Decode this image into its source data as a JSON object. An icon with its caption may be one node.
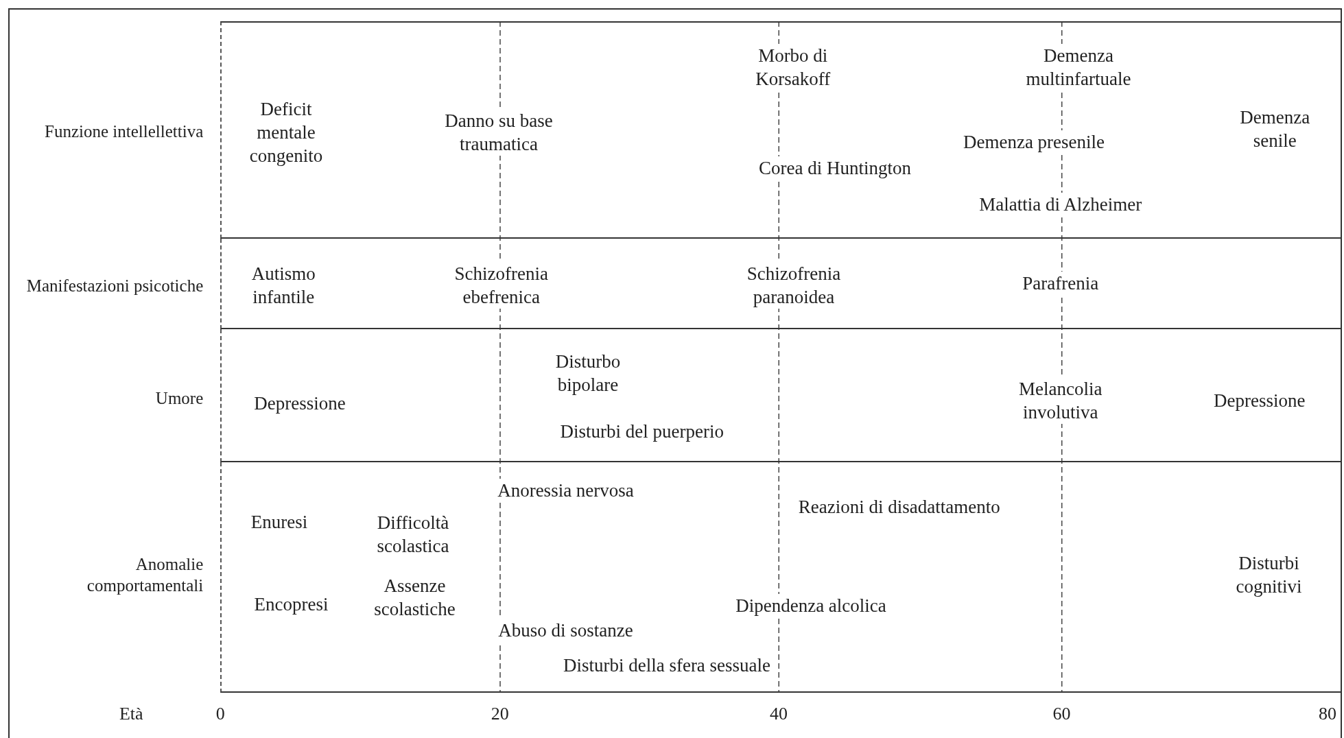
{
  "diagram": {
    "nodes": [
      {
        "text": [
          "Deficit mentale congenito",
          "Danno su base traumatica",
          "Morbo di Korsakoff",
          "Demenza multinfartuale",
          "Corea di Huntington",
          "Demenza presenile",
          "Malattia di Alzheimer",
          "Demenza senile"
        ],
        "beside": [
          "Funzione intellellettiva"
        ]
      },
      {
        "text": [
          "Autismo infantile",
          "Schizofrenia ebefrenica",
          "Schizofrenia paranoidea",
          "Parafrenia"
        ],
        "beside": [
          "Manifestazioni psicotiche"
        ]
      },
      {
        "text": [
          "Disturbo bipolare",
          "Depressione",
          "Disturbi del puerperio",
          "Melancolia involutiva",
          "Depressione"
        ],
        "beside": [
          "Umore"
        ]
      },
      {
        "text": [
          "Anoressia nervosa",
          "Reazioni di disadattamento",
          "Enuresi",
          "Difficoltà scolastica",
          "Disturbi cognitivi",
          "Encopresi",
          "Assenze scolastiche",
          "Dipendenza alcolica",
          "Abuso di sostanze",
          "Disturbi della sfera sessuale"
        ],
        "beside": [
          "Anomalie comportamentali"
        ]
      }
    ],
    "labels": [
      "Età",
      "0",
      "20",
      "40",
      "60",
      "80"
    ]
  }
}
